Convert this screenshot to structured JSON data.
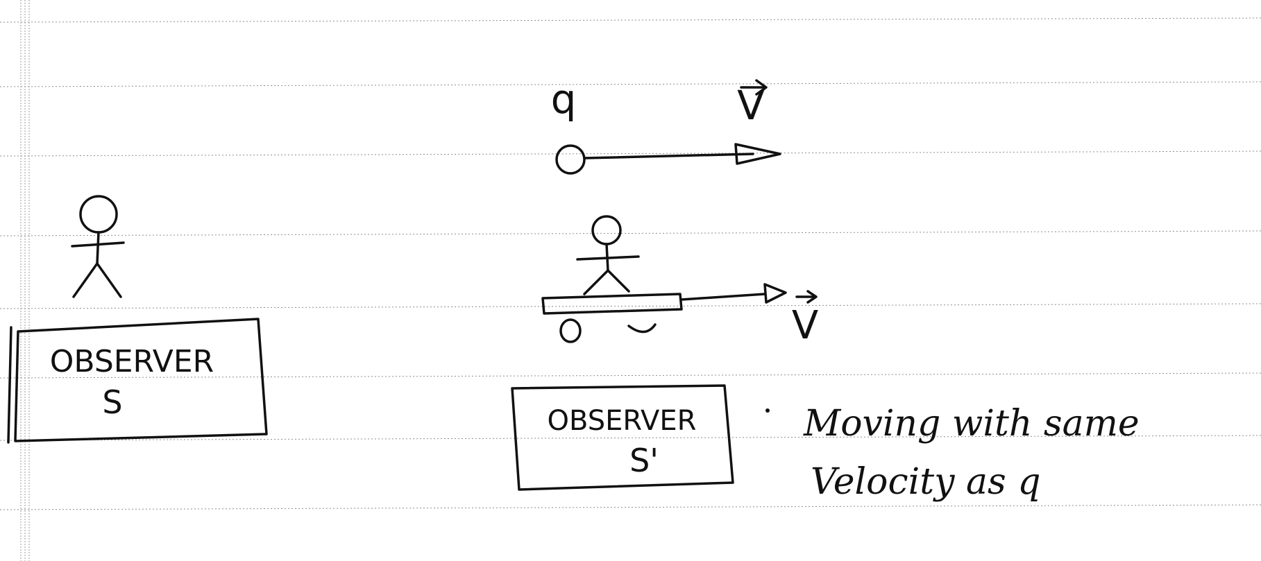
{
  "diagram": {
    "charge_label": "q",
    "velocity_label_charge": "V",
    "velocity_label_cart": "V",
    "observer_s": {
      "line1": "OBSERVER",
      "line2": "S"
    },
    "observer_s_prime": {
      "line1": "OBSERVER",
      "line2": "S'"
    },
    "note": {
      "line1": "Moving with same",
      "line2": "Velocity as q"
    }
  },
  "colors": {
    "ink": "#111111",
    "paper": "#ffffff",
    "rule_lines": "#8d8d8d"
  }
}
